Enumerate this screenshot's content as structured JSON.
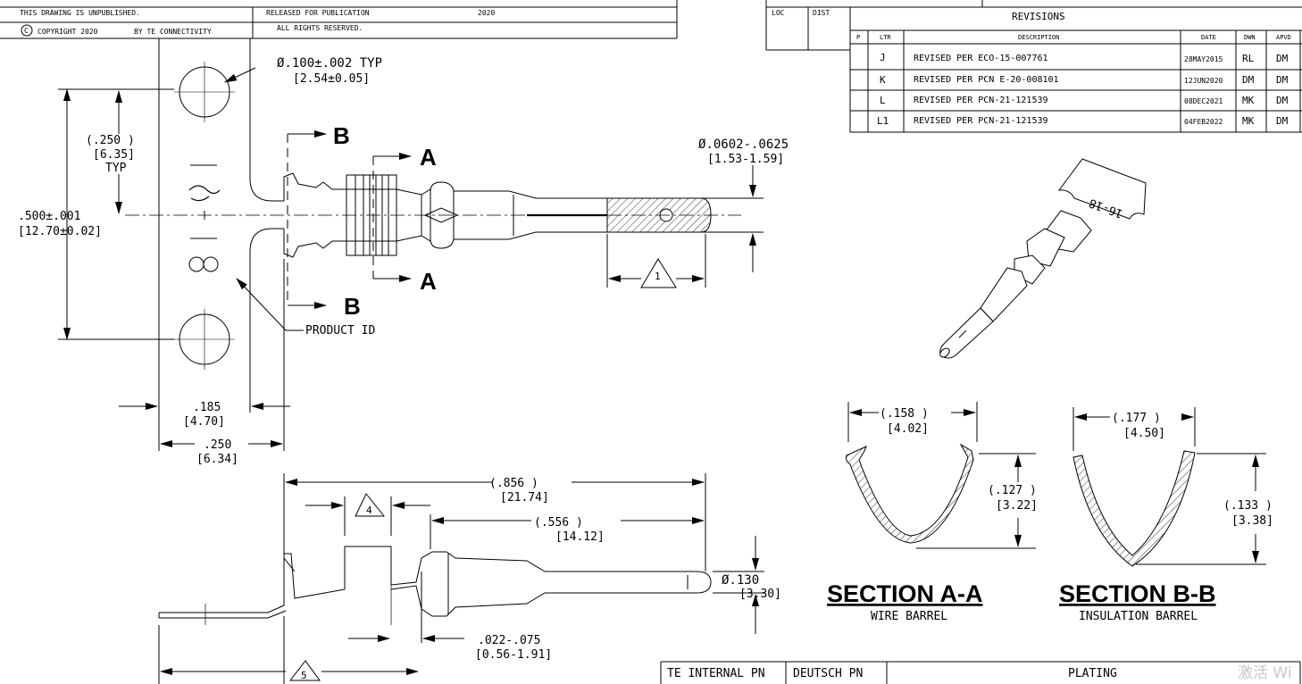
{
  "title_block": {
    "unpublished": "THIS DRAWING IS UNPUBLISHED.",
    "released": "RELEASED FOR PUBLICATION",
    "year": "2020",
    "copyright": "COPYRIGHT 2020",
    "copyright_symbol": "C",
    "by": "BY TE CONNECTIVITY",
    "rights": "ALL RIGHTS RESERVED.",
    "loc": "LOC",
    "dist": "DIST"
  },
  "revisions": {
    "title": "REVISIONS",
    "headers": [
      "P",
      "LTR",
      "DESCRIPTION",
      "DATE",
      "DWN",
      "APVD"
    ],
    "rows": [
      {
        "ltr": "J",
        "desc": "REVISED PER ECO-15-007761",
        "date": "28MAY2015",
        "dwn": "RL",
        "apvd": "DM"
      },
      {
        "ltr": "K",
        "desc": "REVISED PER PCN E-20-008101",
        "date": "12JUN2020",
        "dwn": "DM",
        "apvd": "DM"
      },
      {
        "ltr": "L",
        "desc": "REVISED PER PCN-21-121539",
        "date": "08DEC2021",
        "dwn": "MK",
        "apvd": "DM"
      },
      {
        "ltr": "L1",
        "desc": "REVISED PER PCN-21-121539",
        "date": "04FEB2022",
        "dwn": "MK",
        "apvd": "DM"
      }
    ]
  },
  "dims": {
    "hole_dia": "Ø.100±.002  TYP",
    "hole_dia_mm": "[2.54±0.05]",
    "pitch_in": "(.250  )",
    "pitch_mm": "[6.35]",
    "pitch_typ": "TYP",
    "strip_in": ".500±.001",
    "strip_mm": "[12.70±0.02]",
    "pin_dia": "Ø.0602-.0625",
    "pin_dia_mm": "[1.53-1.59]",
    "carrier_in": ".185",
    "carrier_mm": "[4.70]",
    "offset_in": ".250",
    "offset_mm": "[6.34]",
    "overall_in": "(.856   )",
    "overall_mm": "[21.74]",
    "front_in": "(.556   )",
    "front_mm": "[14.12]",
    "barrel_dia": "Ø.130",
    "barrel_dia_mm": "[3.30]",
    "cutoff_in": ".022-.075",
    "cutoff_mm": "[0.56-1.91]",
    "a_width_in": "(.158   )",
    "a_width_mm": "[4.02]",
    "a_height_in": "(.127   )",
    "a_height_mm": "[3.22]",
    "b_width_in": "(.177   )",
    "b_width_mm": "[4.50]",
    "b_height_in": "(.133   )",
    "b_height_mm": "[3.38]"
  },
  "labels": {
    "cut_a": "A",
    "cut_b": "B",
    "product_id": "PRODUCT ID",
    "flag1": "1",
    "flag4": "4",
    "flag5": "5",
    "tag_text": "16-18",
    "section_aa": "SECTION  A-A",
    "section_aa_sub": "WIRE BARREL",
    "section_bb": "SECTION  B-B",
    "section_bb_sub": "INSULATION BARREL"
  },
  "bottom_table": {
    "headers": [
      "TE INTERNAL PN",
      "DEUTSCH PN",
      "PLATING"
    ]
  },
  "watermark": "激活 Wi"
}
